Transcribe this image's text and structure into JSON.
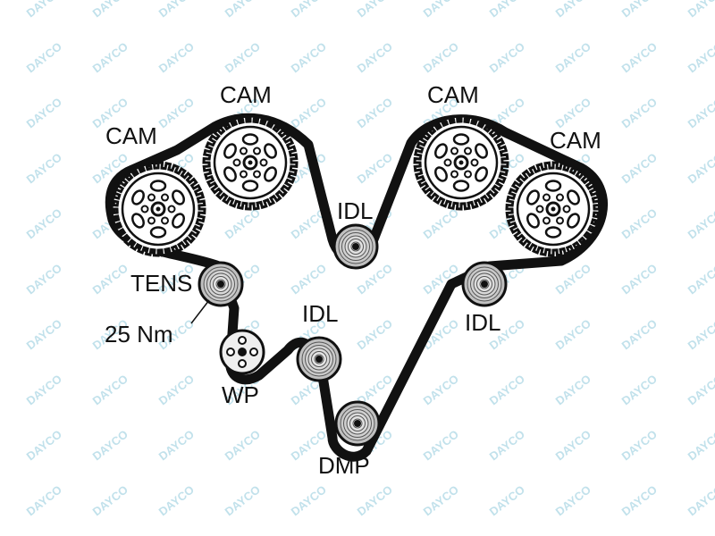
{
  "watermark": {
    "text": "DAYCO",
    "color": "#b7dce8"
  },
  "colors": {
    "belt": "#111111",
    "pulley_fill": "#dddddd",
    "pulley_stroke": "#111111"
  },
  "labels": {
    "cam1": "CAM",
    "cam2": "CAM",
    "cam3": "CAM",
    "cam4": "CAM",
    "idl_top": "IDL",
    "tens": "TENS",
    "torque": "25 Nm",
    "idl_mid": "IDL",
    "idl_right": "IDL",
    "wp": "WP",
    "dmp": "DMP"
  }
}
